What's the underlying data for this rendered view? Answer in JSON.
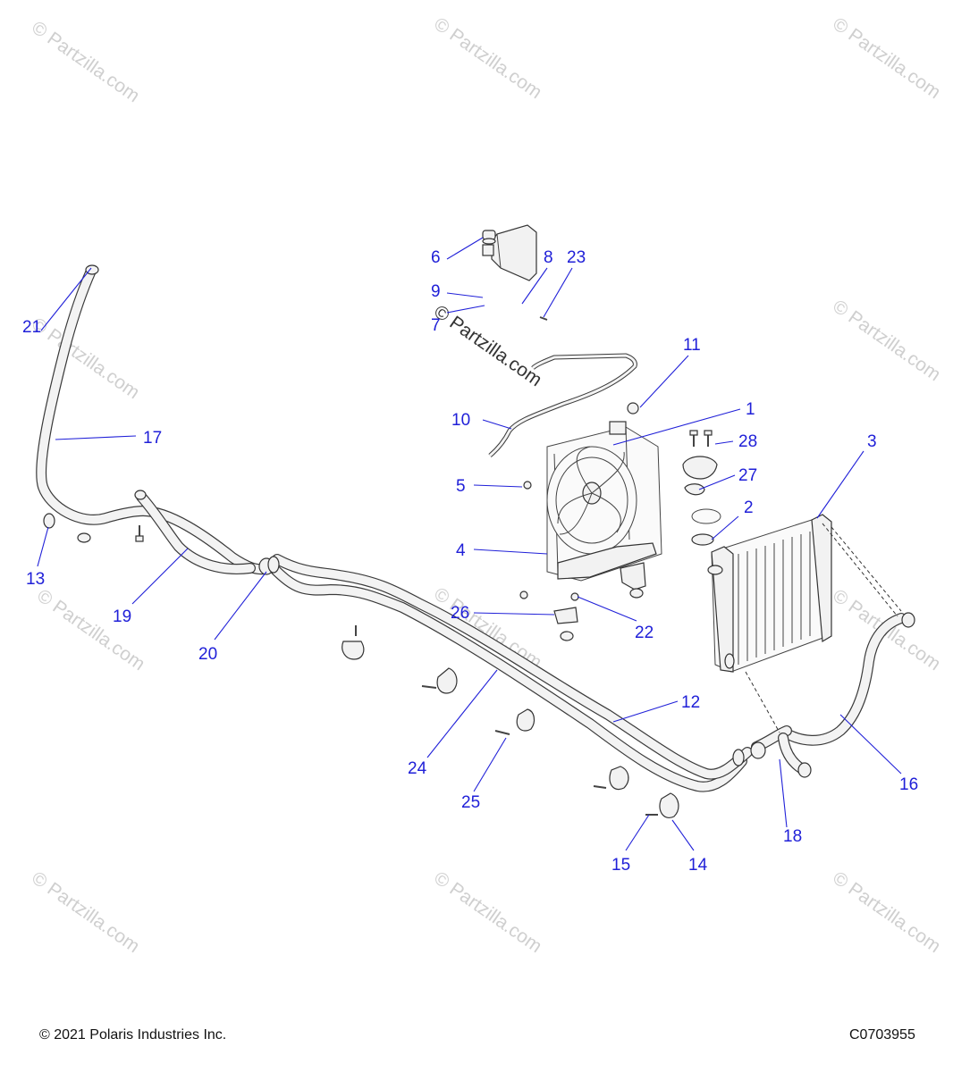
{
  "watermark": "© Partzilla.com",
  "footer": {
    "copyright": "© 2021 Polaris Industries Inc.",
    "diagram_code": "C0703955"
  },
  "callouts": {
    "c1": "1",
    "c2": "2",
    "c3": "3",
    "c4": "4",
    "c5": "5",
    "c6": "6",
    "c7": "7",
    "c8": "8",
    "c9": "9",
    "c10": "10",
    "c11": "11",
    "c12": "12",
    "c13": "13",
    "c14": "14",
    "c15": "15",
    "c16": "16",
    "c17": "17",
    "c18": "18",
    "c19": "19",
    "c20": "20",
    "c21": "21",
    "c22": "22",
    "c23": "23",
    "c24": "24",
    "c25": "25",
    "c26": "26",
    "c27": "27",
    "c28": "28"
  },
  "colors": {
    "callout": "#2020d8",
    "line_art": "#333333",
    "watermark": "#cfcfcf"
  }
}
